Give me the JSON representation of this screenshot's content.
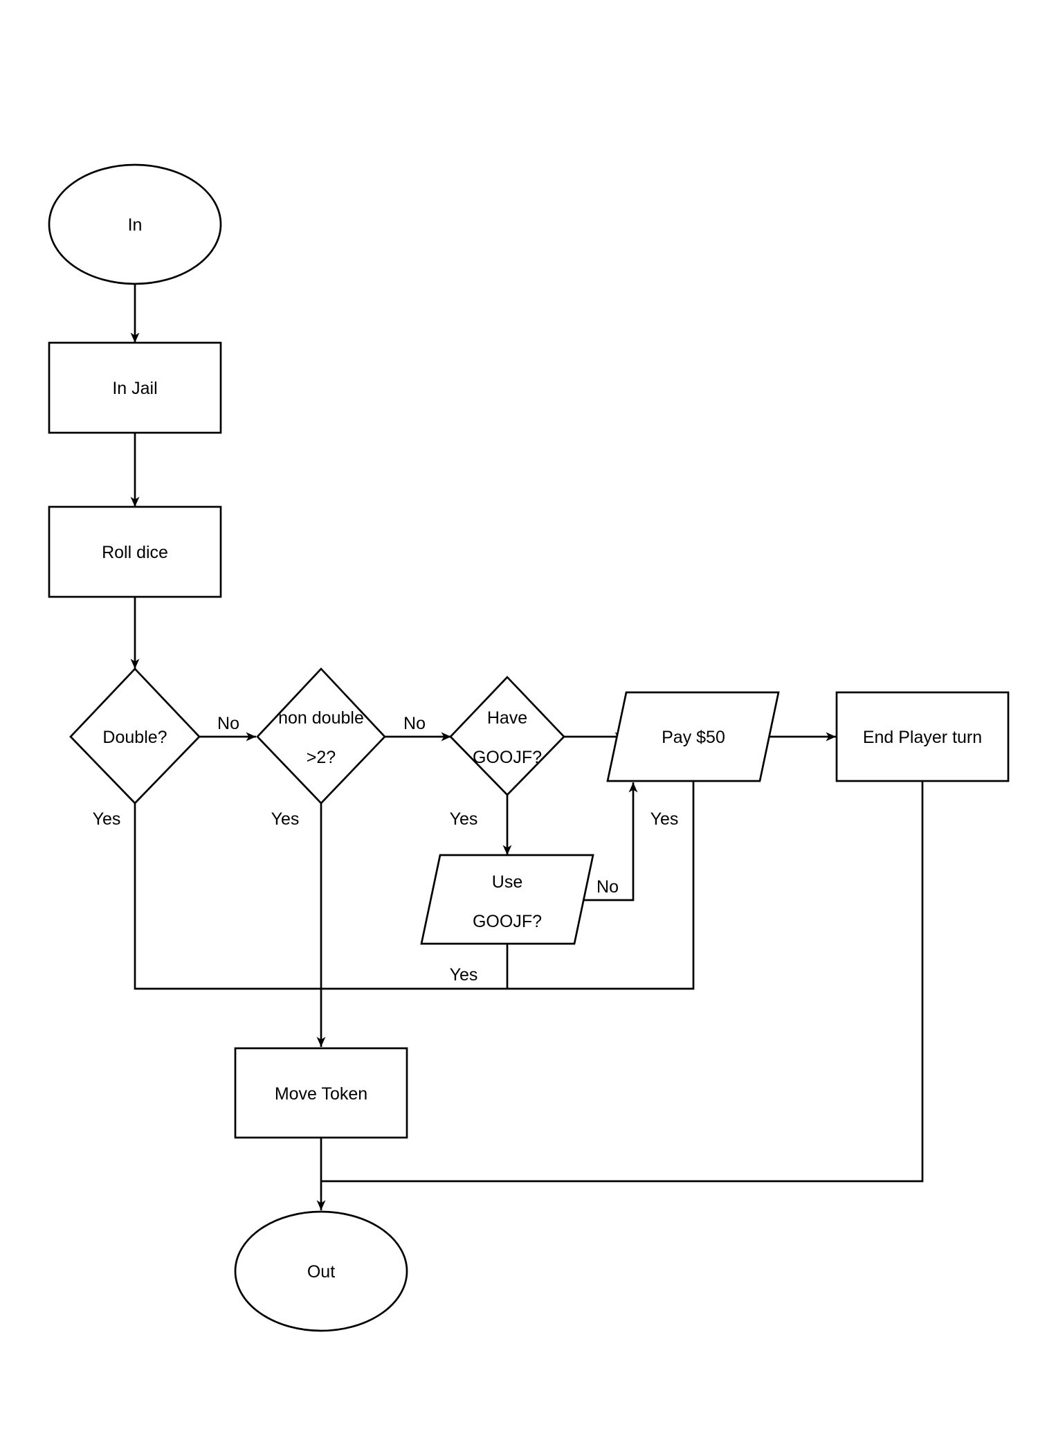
{
  "nodes": {
    "start": {
      "shape": "ellipse",
      "lines": [
        "In"
      ]
    },
    "in_jail": {
      "shape": "rectangle",
      "lines": [
        "In Jail"
      ]
    },
    "roll_dice": {
      "shape": "rectangle",
      "lines": [
        "Roll dice"
      ]
    },
    "double": {
      "shape": "diamond",
      "lines": [
        "Double?"
      ]
    },
    "non_double": {
      "shape": "diamond",
      "lines": [
        "non double",
        ">2?"
      ]
    },
    "have_goojf": {
      "shape": "diamond",
      "lines": [
        "Have",
        "GOOJF?"
      ]
    },
    "pay_50": {
      "shape": "parallelogram",
      "lines": [
        "Pay $50"
      ]
    },
    "end_turn": {
      "shape": "rectangle",
      "lines": [
        "End Player turn"
      ]
    },
    "use_goojf": {
      "shape": "parallelogram",
      "lines": [
        "Use",
        "GOOJF?"
      ]
    },
    "move_token": {
      "shape": "rectangle",
      "lines": [
        "Move Token"
      ]
    },
    "out": {
      "shape": "ellipse",
      "lines": [
        "Out"
      ]
    }
  },
  "edge_labels": {
    "double_no": "No",
    "non_double_no": "No",
    "double_yes": "Yes",
    "non_double_yes": "Yes",
    "have_goojf_yes": "Yes",
    "pay_yes": "Yes",
    "use_goojf_no": "No",
    "use_goojf_yes": "Yes"
  },
  "colors": {
    "stroke": "#000000",
    "fill": "#ffffff",
    "background": "#ffffff"
  }
}
